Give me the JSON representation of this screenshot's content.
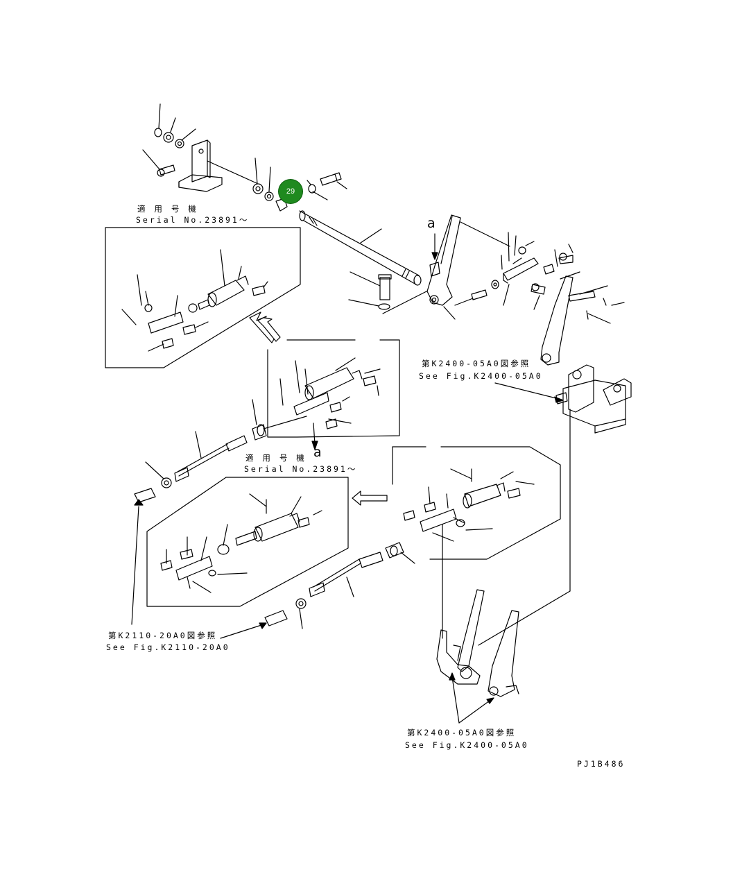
{
  "labels": {
    "serial_note_1_jp": "適 用 号 機",
    "serial_note_1_en": "Serial No.23891～",
    "serial_note_2_jp": "適 用 号 機",
    "serial_note_2_en": "Serial No.23891～",
    "ref_k2400_a_jp": "第K2400-05A0図参照",
    "ref_k2400_a_en": "See Fig.K2400-05A0",
    "ref_k2110_jp": "第K2110-20A0図参照",
    "ref_k2110_en": "See Fig.K2110-20A0",
    "ref_k2400_b_jp": "第K2400-05A0図参照",
    "ref_k2400_b_en": "See Fig.K2400-05A0",
    "view_a_top": "a",
    "view_a_bottom": "a",
    "drawing_code": "PJ1B486"
  },
  "callouts": [
    {
      "number": "29",
      "color": "#1f8a1f"
    }
  ]
}
